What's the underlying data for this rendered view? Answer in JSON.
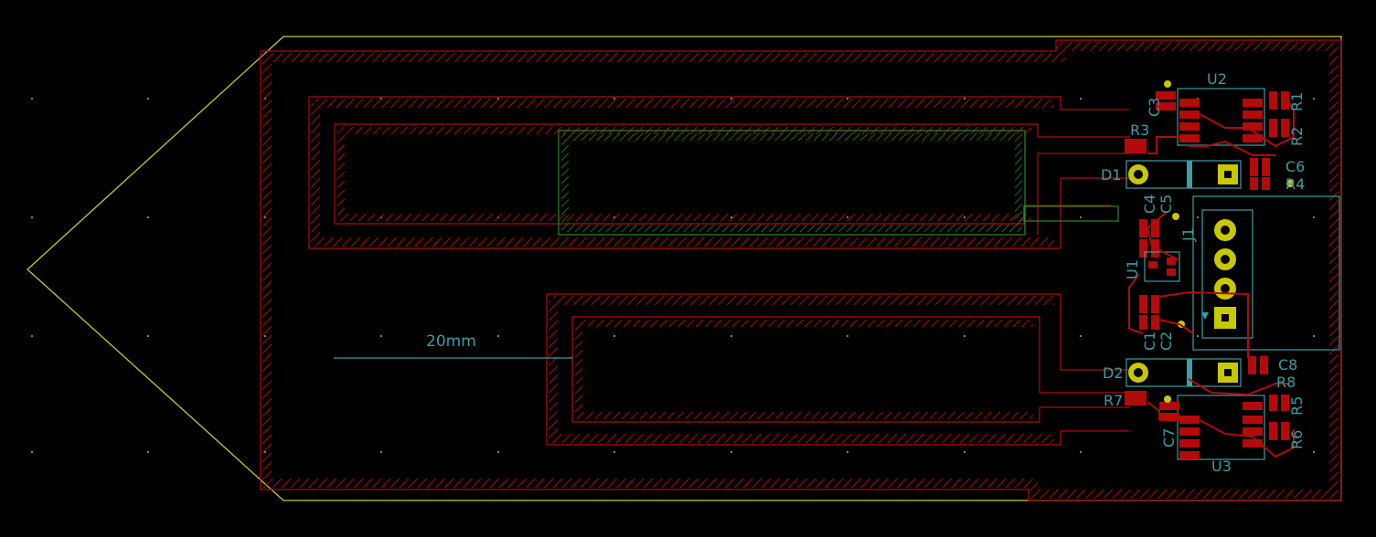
{
  "board": {
    "dimension_label": "20mm",
    "colors": {
      "background": "#000000",
      "edge_cuts": "#c8c832",
      "copper": "#b40a0a",
      "keepout": "#2a8a2a",
      "silkscreen": "#3a9ea4",
      "pad_tht": "#c8c800",
      "grid_dot": "#bbbbbb"
    }
  },
  "references": {
    "U2": "U2",
    "C3": "C3",
    "R1": "R1",
    "R2": "R2",
    "R3": "R3",
    "C6": "C6",
    "R4": "R4",
    "D1": "D1",
    "C4": "C4",
    "C5": "C5",
    "J1": "J1",
    "U1": "U1",
    "C1": "C1",
    "C2": "C2",
    "C8": "C8",
    "R8": "R8",
    "D2": "D2",
    "R7": "R7",
    "R5": "R5",
    "C7": "C7",
    "R6": "R6",
    "U3": "U3"
  }
}
